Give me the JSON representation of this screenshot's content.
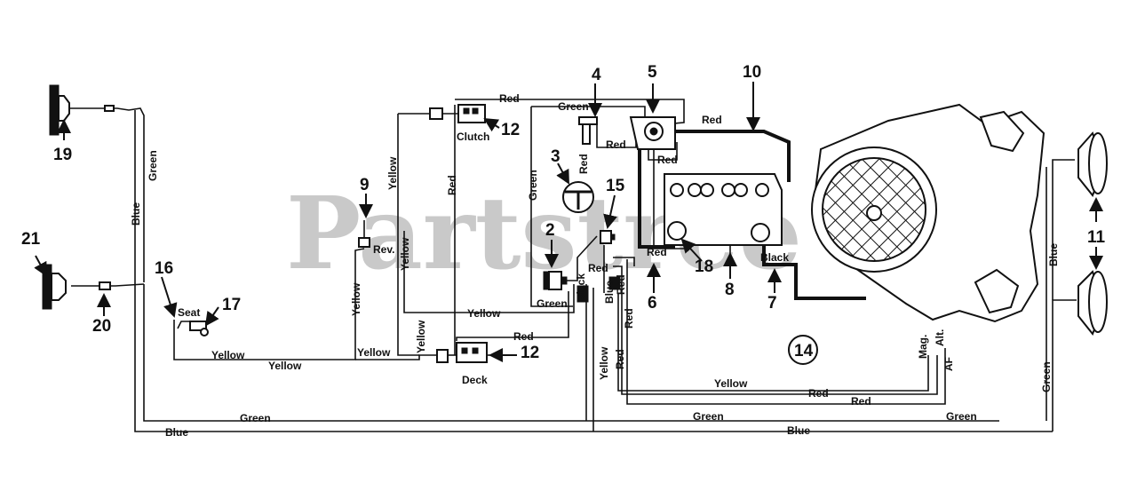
{
  "watermark": "Partstree",
  "callouts": {
    "n2": "2",
    "n3": "3",
    "n4": "4",
    "n5": "5",
    "n6": "6",
    "n7": "7",
    "n8": "8",
    "n9": "9",
    "n10": "10",
    "n11": "11",
    "n12a": "12",
    "n12b": "12",
    "n14": "14",
    "n15": "15",
    "n16": "16",
    "n17": "17",
    "n18": "18",
    "n19": "19",
    "n20": "20",
    "n21": "21"
  },
  "components": {
    "clutch": "Clutch",
    "deck": "Deck",
    "seat": "Seat",
    "rev": "Rev.",
    "mag": "Mag.",
    "alt": "Alt.",
    "af": "AF"
  },
  "wire_labels": {
    "red_top": "Red",
    "green_top": "Green",
    "red_10": "Red",
    "red_4": "Red",
    "red_5": "Red",
    "red_3": "Red",
    "green_v": "Green",
    "red_v": "Red",
    "yellow_v1": "Yellow",
    "yellow_v2": "Yellow",
    "yellow_9": "Yellow",
    "yellow_mid": "Yellow",
    "yellow_low": "Yellow",
    "yellow_bl1": "Yellow",
    "yellow_bl2": "Yellow",
    "yellow_deck": "Yellow",
    "green_2": "Green",
    "black_2": "Black",
    "red_15": "Red",
    "red_15v": "Red",
    "blue_15": "Blue",
    "red_low1": "Red",
    "red_deck": "Red",
    "red_6": "Red",
    "black_7": "Black",
    "yellow_eng": "Yellow",
    "red_eng1": "Red",
    "red_eng2": "Red",
    "red_vlow": "Red",
    "yellow_vlow": "Yellow",
    "green_bot1": "Green",
    "green_bot2": "Green",
    "green_bot3": "Green",
    "blue_bot1": "Blue",
    "blue_bot2": "Blue",
    "blue_left": "Blue",
    "green_left": "Green",
    "blue_right": "Blue",
    "green_right": "Green"
  }
}
